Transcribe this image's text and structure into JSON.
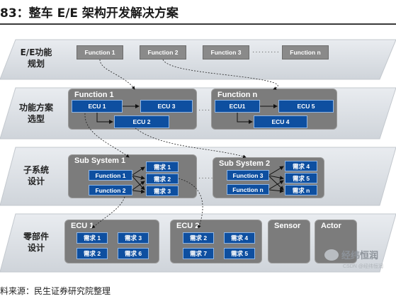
{
  "title": "83：整车 E/E 架构开发解决方案",
  "source": "料来源：民生证券研究院整理",
  "layers": {
    "l1": "E/E功能\n规划",
    "l2": "功能方案\n选型",
    "l3": "子系统\n设计",
    "l4": "零部件\n设计"
  },
  "functions": [
    "Function 1",
    "Function 2",
    "Function 3",
    "Function n"
  ],
  "ellipsis": "·········",
  "fn_groups": {
    "g1": {
      "label": "Function 1",
      "ecus": [
        "ECU 1",
        "ECU 3",
        "ECU 2"
      ]
    },
    "g2": {
      "label": "Function n",
      "ecus": [
        "ECU1",
        "ECU 5",
        "ECU 4"
      ]
    }
  },
  "sub_systems": {
    "s1": {
      "label": "Sub System 1",
      "functions": [
        "Function 1",
        "Function 2"
      ],
      "reqs": [
        "需求 1",
        "需求 2",
        "需求 3"
      ]
    },
    "s2": {
      "label": "Sub System 2",
      "functions": [
        "Function 3",
        "Function n"
      ],
      "reqs": [
        "需求 4",
        "需求 5",
        "需求 n"
      ]
    }
  },
  "components": {
    "c1": {
      "label": "ECU 1",
      "reqs": [
        "需求 1",
        "需求 3",
        "需求 2",
        "需求 6"
      ]
    },
    "c2": {
      "label": "ECU 2",
      "reqs": [
        "需求 2",
        "需求 4",
        "需求 7",
        "需求 5"
      ]
    },
    "sensor": "Sensor",
    "actor": "Actor"
  },
  "watermark": {
    "name": "经纬恒润",
    "sub": "CSDN @经纬恒润"
  }
}
